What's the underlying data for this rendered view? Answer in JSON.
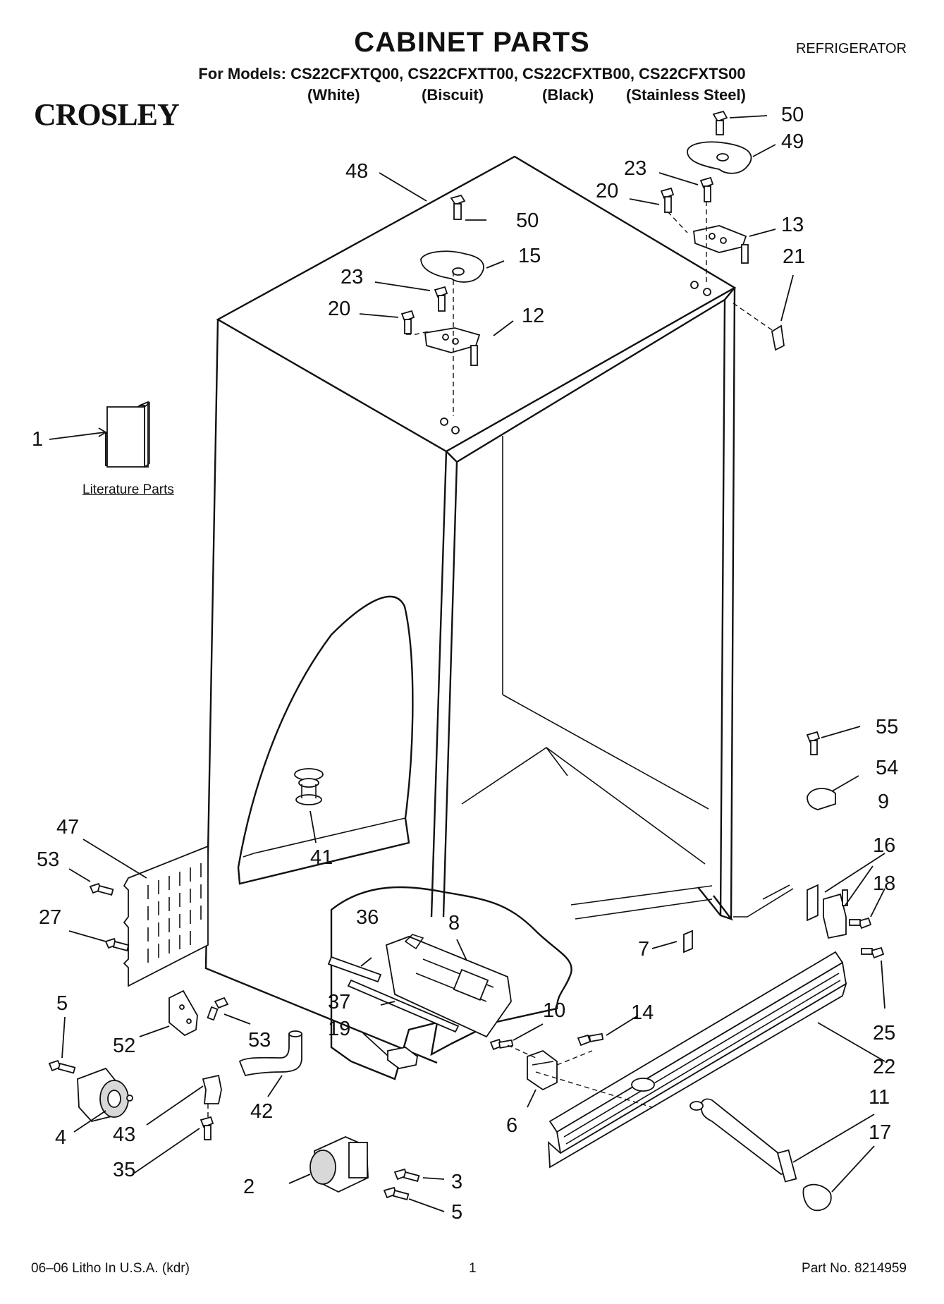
{
  "header": {
    "title": "CABINET PARTS",
    "category": "REFRIGERATOR",
    "models_line": "For Models: CS22CFXTQ00, CS22CFXTT00, CS22CFXTB00, CS22CFXTS00",
    "variants": [
      "(White)",
      "(Biscuit)",
      "(Black)",
      "(Stainless Steel)"
    ],
    "brand": "CROSLEY"
  },
  "literature_label": "Literature Parts",
  "callouts": {
    "c1": "1",
    "c2": "2",
    "c3": "3",
    "c4": "4",
    "c5a": "5",
    "c5b": "5",
    "c6": "6",
    "c7": "7",
    "c8": "8",
    "c9": "9",
    "c10": "10",
    "c11": "11",
    "c12": "12",
    "c13": "13",
    "c14": "14",
    "c15": "15",
    "c16": "16",
    "c17": "17",
    "c18": "18",
    "c19": "19",
    "c20a": "20",
    "c20b": "20",
    "c21": "21",
    "c22": "22",
    "c23a": "23",
    "c23b": "23",
    "c25": "25",
    "c27": "27",
    "c35": "35",
    "c36": "36",
    "c37": "37",
    "c41": "41",
    "c42": "42",
    "c43": "43",
    "c47": "47",
    "c48": "48",
    "c49": "49",
    "c50a": "50",
    "c50b": "50",
    "c52": "52",
    "c53a": "53",
    "c53b": "53",
    "c54": "54",
    "c55": "55"
  },
  "footer": {
    "litho": "06–06 Litho In U.S.A. (kdr)",
    "page": "1",
    "part_no": "Part No. 8214959"
  }
}
